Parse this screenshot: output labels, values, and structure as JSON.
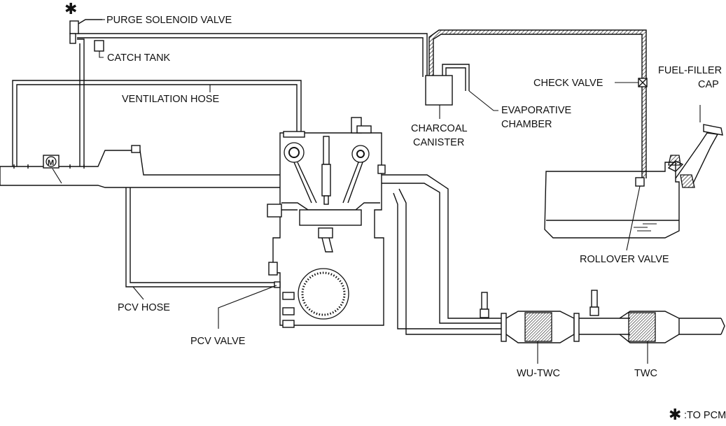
{
  "labels": {
    "purge_solenoid_valve": "PURGE SOLENOID VALVE",
    "catch_tank": "CATCH TANK",
    "ventilation_hose": "VENTILATION HOSE",
    "charcoal_canister_1": "CHARCOAL",
    "charcoal_canister_2": "CANISTER",
    "evaporative_chamber_1": "EVAPORATIVE",
    "evaporative_chamber_2": "CHAMBER",
    "check_valve": "CHECK VALVE",
    "fuel_filler_cap_1": "FUEL-FILLER",
    "fuel_filler_cap_2": "CAP",
    "rollover_valve": "ROLLOVER VALVE",
    "pcv_hose": "PCV HOSE",
    "pcv_valve": "PCV VALVE",
    "wu_twc": "WU-TWC",
    "twc": "TWC",
    "to_pcm": ":TO PCM",
    "asterisk": "✱",
    "motor_mark": "M"
  },
  "colors": {
    "line": "#111111",
    "background": "#ffffff",
    "hatch": "#111111"
  }
}
